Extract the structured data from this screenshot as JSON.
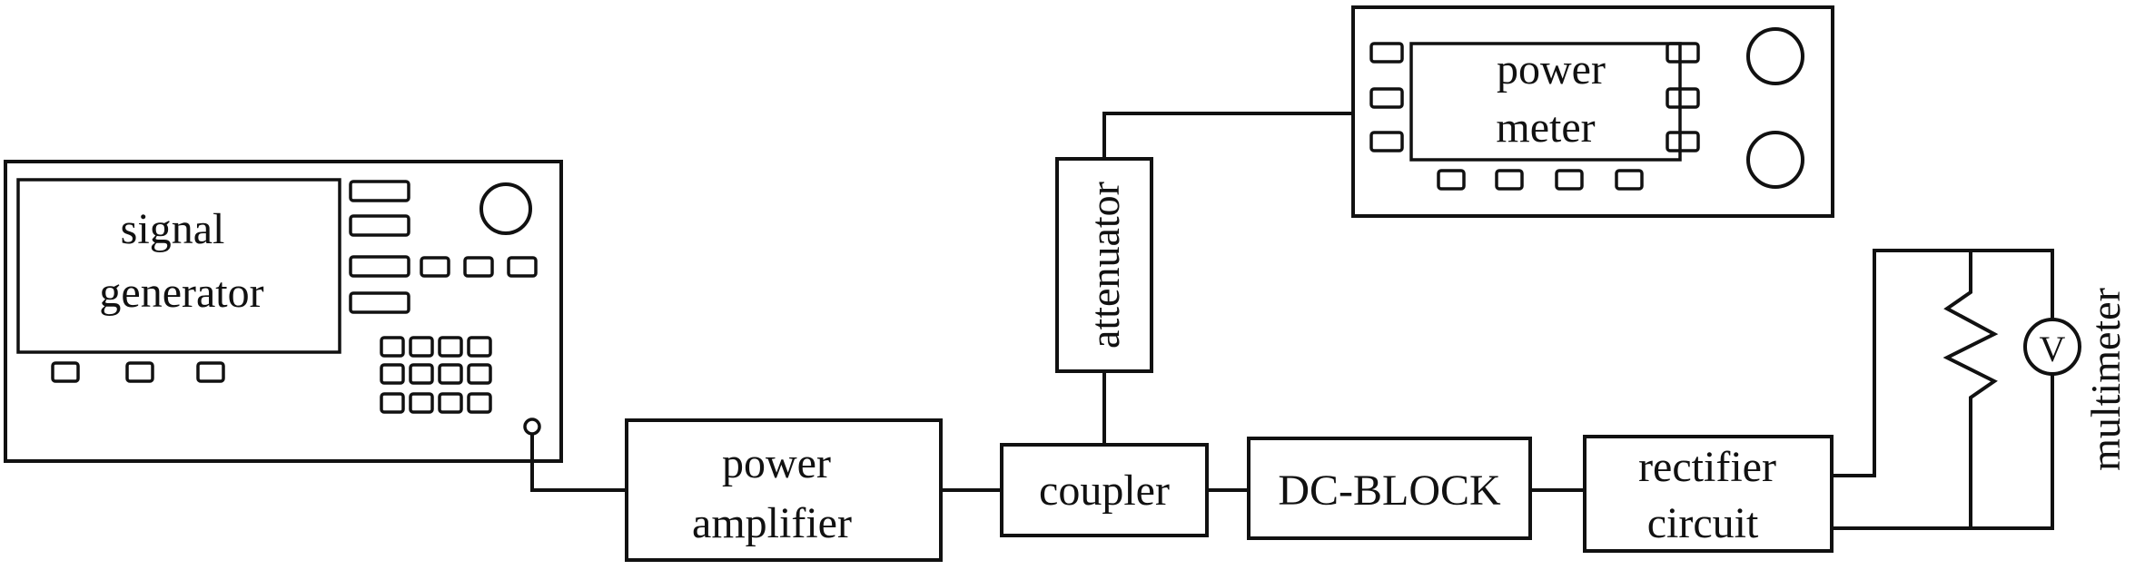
{
  "signal_generator": {
    "label_line1": "signal",
    "label_line2": "generator"
  },
  "power_amplifier": {
    "label_line1": "power",
    "label_line2": "amplifier"
  },
  "coupler": {
    "label": "coupler"
  },
  "attenuator": {
    "label": "attenuator"
  },
  "power_meter": {
    "label_line1": "power",
    "label_line2": "meter"
  },
  "dc_block": {
    "label": "DC-BLOCK"
  },
  "rectifier_circuit": {
    "label_line1": "rectifier",
    "label_line2": "circuit"
  },
  "multimeter": {
    "label": "multimeter",
    "symbol": "V"
  }
}
